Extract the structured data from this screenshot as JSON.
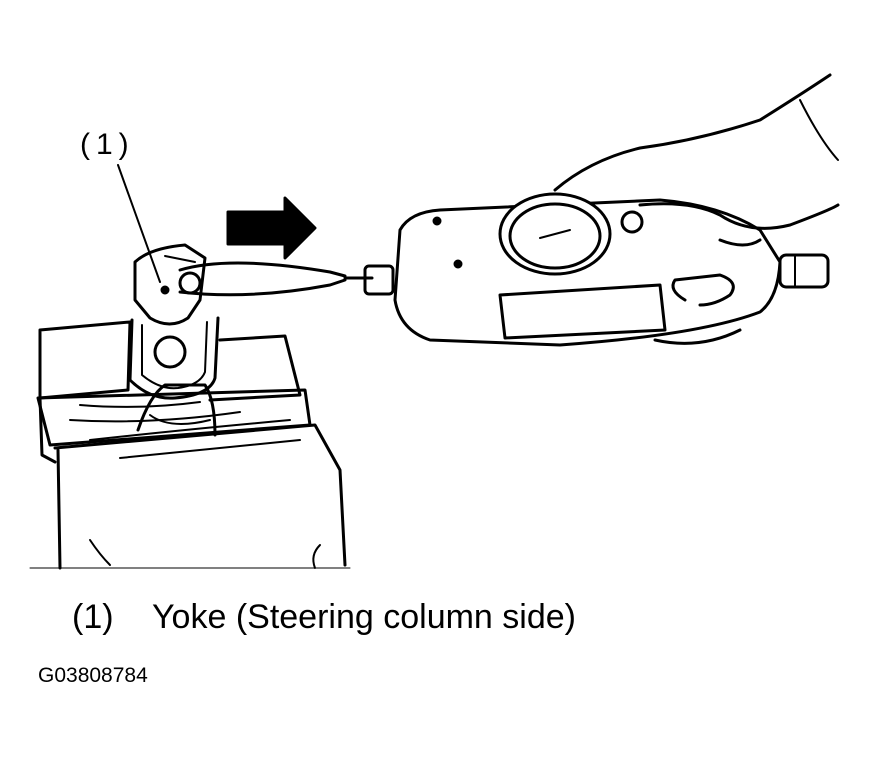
{
  "callout": {
    "number": "(1)"
  },
  "legend": [
    {
      "number": "(1)",
      "text": "Yoke (Steering column side)"
    }
  ],
  "figure_id": "G03808784",
  "icons": [
    "arrow-right-icon",
    "spring-scale-icon",
    "hand-icon",
    "vise-icon",
    "yoke-icon"
  ]
}
